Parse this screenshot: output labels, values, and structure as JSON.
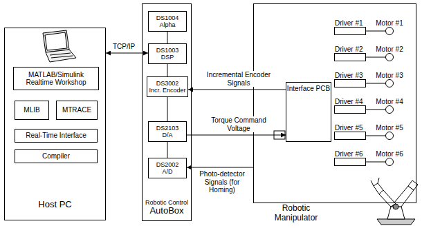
{
  "diagram": {
    "nodes": [
      {
        "text": [
          "Host PC"
        ]
      },
      {
        "text": [
          "MATLAB/Simulink Realtime Workshop"
        ],
        "in": 0
      },
      {
        "text": [
          "MLIB"
        ],
        "in": 0
      },
      {
        "text": [
          "MTRACE"
        ],
        "in": 0
      },
      {
        "text": [
          "Real-Time Interface"
        ],
        "in": 0
      },
      {
        "text": [
          "Compiler"
        ],
        "in": 0
      },
      {
        "text": [
          "Robotic Control",
          "AutoBox"
        ]
      },
      {
        "text": [
          "DS1004",
          "Alpha"
        ],
        "in": 6
      },
      {
        "text": [
          "DS1003",
          "DSP"
        ],
        "in": 6
      },
      {
        "text": [
          "DS3002",
          "Incr. Encoder"
        ],
        "in": 6
      },
      {
        "text": [
          "DS2103",
          "D/A"
        ],
        "in": 6
      },
      {
        "text": [
          "DS2002",
          "A/D"
        ],
        "in": 6
      },
      {
        "text": [
          "Robotic Manipulator"
        ]
      },
      {
        "text": [
          "Interface PCB"
        ],
        "in": 12
      },
      {
        "text": [
          "Driver #1"
        ],
        "in": 12
      },
      {
        "text": [
          "Driver #2"
        ],
        "in": 12
      },
      {
        "text": [
          "Driver #3"
        ],
        "in": 12
      },
      {
        "text": [
          "Driver #4"
        ],
        "in": 12
      },
      {
        "text": [
          "Driver #5"
        ],
        "in": 12
      },
      {
        "text": [
          "Driver #6"
        ],
        "in": 12
      },
      {
        "text": [
          "Motor #1"
        ],
        "in": 12
      },
      {
        "text": [
          "Motor #2"
        ],
        "in": 12
      },
      {
        "text": [
          "Motor #3"
        ],
        "in": 12
      },
      {
        "text": [
          "Motor #4"
        ],
        "in": 12
      },
      {
        "text": [
          "Motor #5"
        ],
        "in": 12
      },
      {
        "text": [
          "Motor #6"
        ],
        "in": 12
      }
    ],
    "edges": [
      {
        "from": 0,
        "to": 8,
        "arrow": "both",
        "label": "TCP/IP"
      },
      {
        "from": 7,
        "to": 8,
        "arrow": "none"
      },
      {
        "from": 8,
        "to": 9,
        "arrow": "none"
      },
      {
        "from": 9,
        "to": 10,
        "arrow": "none"
      },
      {
        "from": 10,
        "to": 11,
        "arrow": "none"
      },
      {
        "from": 13,
        "to": 9,
        "arrow": "to",
        "label": "Incremental Encoder Signals"
      },
      {
        "from": 10,
        "to": 13,
        "arrow": "to",
        "label": "Torque Command Voltage"
      },
      {
        "from": 12,
        "to": 11,
        "arrow": "to",
        "label": "Photo-detector Signals (for Homing)"
      },
      {
        "from": 14,
        "to": 20,
        "arrow": "none"
      },
      {
        "from": 15,
        "to": 21,
        "arrow": "none"
      },
      {
        "from": 16,
        "to": 22,
        "arrow": "none"
      },
      {
        "from": 17,
        "to": 23,
        "arrow": "none"
      },
      {
        "from": 18,
        "to": 24,
        "arrow": "none"
      },
      {
        "from": 19,
        "to": 25,
        "arrow": "none"
      }
    ]
  }
}
